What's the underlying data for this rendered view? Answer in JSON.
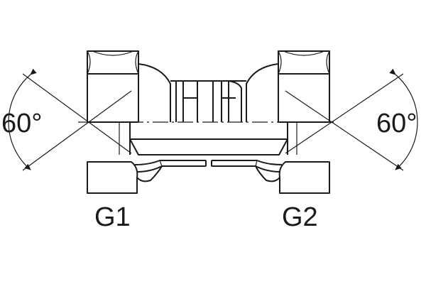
{
  "diagram": {
    "left_angle": "60°",
    "right_angle": "60°",
    "left_port": "G1",
    "right_port": "G2"
  }
}
